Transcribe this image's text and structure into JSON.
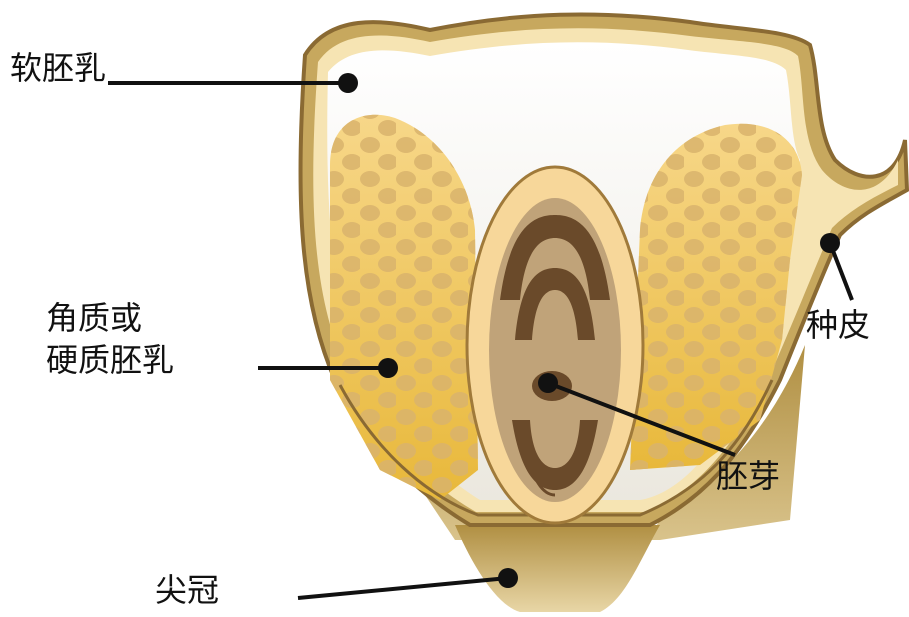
{
  "labels": {
    "soft_endosperm": "软胚乳",
    "horny_endosperm_line1": "角质或",
    "horny_endosperm_line2": "硬质胚乳",
    "seed_coat": "种皮",
    "embryo": "胚芽",
    "tip_cap": "尖冠"
  },
  "colors": {
    "seed_coat_outline": "#8a6a33",
    "seed_coat_fill": "#c7a85e",
    "seed_coat_inner_band": "#f6e4b3",
    "soft_endosperm": "#f4f2ec",
    "horny_endosperm": "#f0c85a",
    "horny_endosperm_dots": "#d9b36c",
    "embryo_outer": "#f7d79a",
    "embryo_tan": "#c0a379",
    "embryo_dark": "#6a4a2a",
    "tip_cap": "#c8a45a",
    "pointer": "#111111"
  }
}
